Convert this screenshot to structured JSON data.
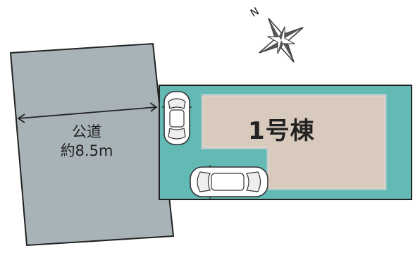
{
  "road": {
    "name": "公道",
    "width_label": "約8.5m",
    "color": "#a8b3b8"
  },
  "lot": {
    "color": "#63b9b4"
  },
  "building": {
    "label": "1号棟",
    "color": "#d8cbbd"
  },
  "compass": {
    "north_label": "N"
  },
  "parking": {
    "spaces": 2,
    "car_icons": [
      "car-vertical-icon",
      "car-horizontal-icon"
    ]
  }
}
